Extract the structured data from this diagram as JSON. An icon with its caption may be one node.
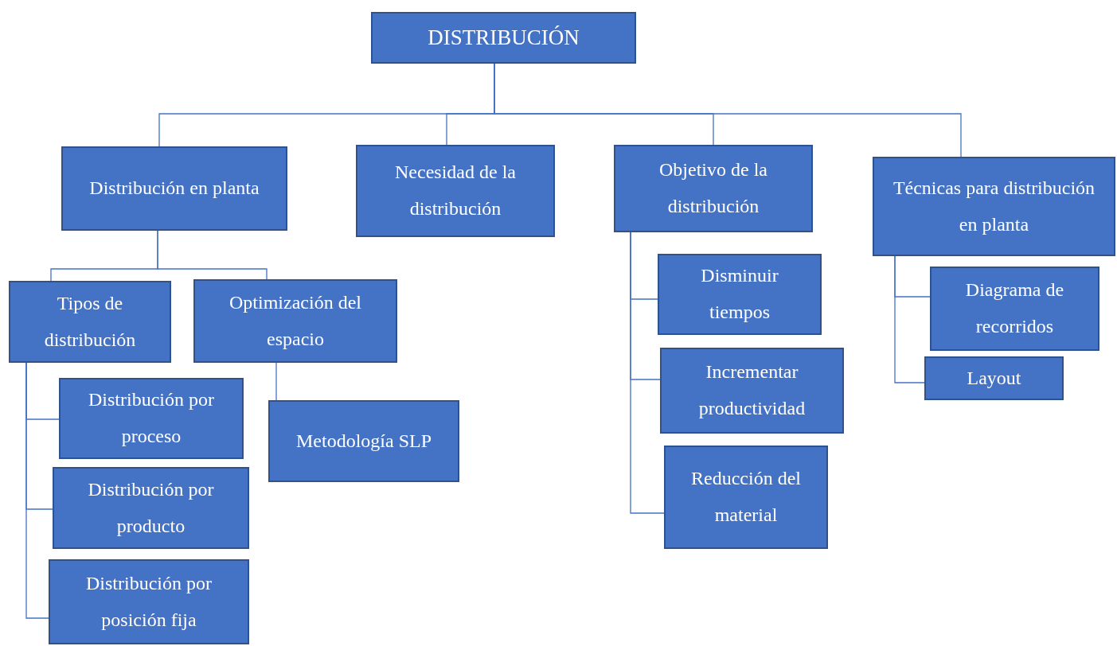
{
  "diagram": {
    "nodes": [
      {
        "text": [
          "DISTRIBUCIÓN"
        ]
      },
      {
        "text": [
          "Distribución en planta"
        ]
      },
      {
        "text": [
          "Necesidad de la distribución"
        ]
      },
      {
        "text": [
          "Objetivo de la distribución"
        ]
      },
      {
        "text": [
          "Técnicas para distribución en planta"
        ]
      },
      {
        "text": [
          "Tipos de distribución"
        ]
      },
      {
        "text": [
          "Optimización del espacio"
        ]
      },
      {
        "text": [
          "Distribución por proceso"
        ]
      },
      {
        "text": [
          "Distribución por producto"
        ]
      },
      {
        "text": [
          "Distribución por posición fija"
        ]
      },
      {
        "text": [
          "Metodología SLP"
        ]
      },
      {
        "text": [
          "Disminuir tiempos"
        ]
      },
      {
        "text": [
          "Incrementar productividad"
        ]
      },
      {
        "text": [
          "Reducción del material"
        ]
      },
      {
        "text": [
          "Diagrama de recorridos"
        ]
      },
      {
        "text": [
          "Layout"
        ]
      }
    ],
    "edges": [
      {
        "from": 0,
        "to": 1,
        "arrow": "none"
      },
      {
        "from": 0,
        "to": 2,
        "arrow": "none"
      },
      {
        "from": 0,
        "to": 3,
        "arrow": "none"
      },
      {
        "from": 0,
        "to": 4,
        "arrow": "none"
      },
      {
        "from": 1,
        "to": 5,
        "arrow": "none"
      },
      {
        "from": 1,
        "to": 6,
        "arrow": "none"
      },
      {
        "from": 5,
        "to": 7,
        "arrow": "none"
      },
      {
        "from": 5,
        "to": 8,
        "arrow": "none"
      },
      {
        "from": 5,
        "to": 9,
        "arrow": "none"
      },
      {
        "from": 6,
        "to": 10,
        "arrow": "none"
      },
      {
        "from": 3,
        "to": 11,
        "arrow": "none"
      },
      {
        "from": 3,
        "to": 12,
        "arrow": "none"
      },
      {
        "from": 3,
        "to": 13,
        "arrow": "none"
      },
      {
        "from": 4,
        "to": 14,
        "arrow": "none"
      },
      {
        "from": 4,
        "to": 15,
        "arrow": "none"
      }
    ]
  }
}
